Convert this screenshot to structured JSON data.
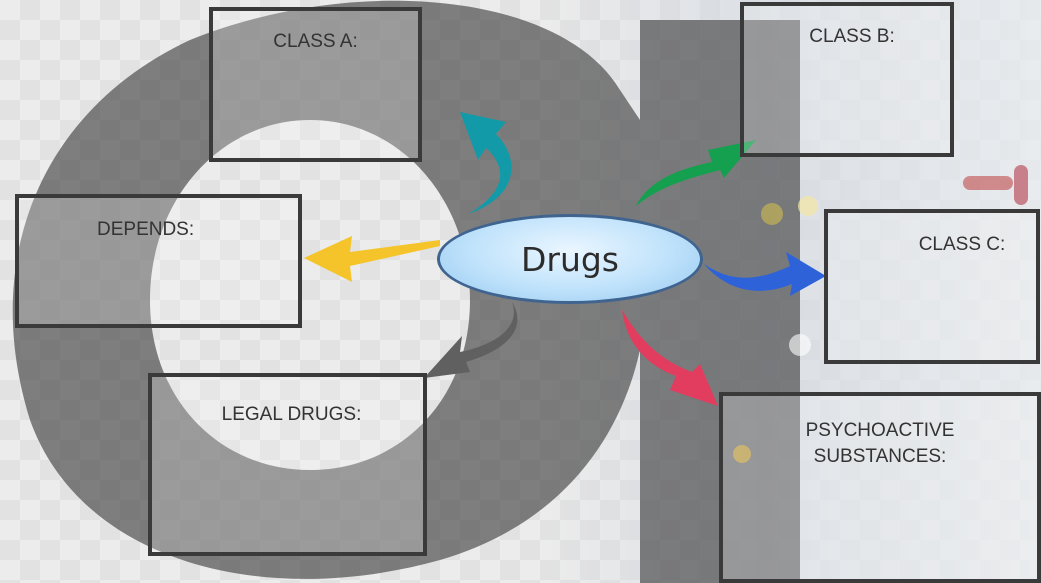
{
  "center": {
    "label": "Drugs"
  },
  "boxes": {
    "class_a": "CLASS A:",
    "class_b": "CLASS B:",
    "depends": "DEPENDS:",
    "class_c": "CLASS C:",
    "legal_drugs": "LEGAL DRUGS:",
    "psychoactive_line1": "PSYCHOACTIVE",
    "psychoactive_line2": "SUBSTANCES:"
  },
  "colors": {
    "arrow_class_a": "#139aa8",
    "arrow_class_b": "#14a04e",
    "arrow_depends": "#f5c42a",
    "arrow_class_c": "#2d62d8",
    "arrow_legal": "#606060",
    "arrow_psycho": "#e23d5e",
    "box_border": "#3a3a3a",
    "node_border": "#3f6490"
  },
  "icons": {
    "background_watermark": "large-letter-a-watermark-icon"
  }
}
